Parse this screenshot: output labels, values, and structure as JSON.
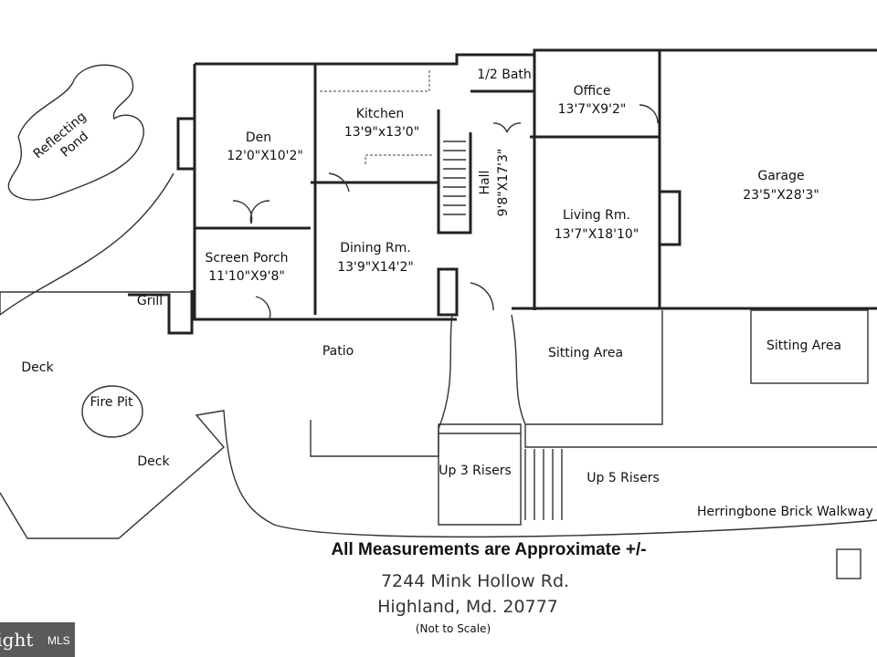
{
  "title": "Floor plan",
  "rooms": [
    {
      "name": "Den",
      "size": "12'0\"X10'2\""
    },
    {
      "name": "Kitchen",
      "size": "13'9\"x13'0\""
    },
    {
      "name": "1/2 Bath",
      "size": ""
    },
    {
      "name": "Office",
      "size": "13'7\"X9'2\""
    },
    {
      "name": "Hall",
      "size": "9'8\"X17'3\""
    },
    {
      "name": "Living Rm.",
      "size": "13'7\"X18'10\""
    },
    {
      "name": "Garage",
      "size": "23'5\"X28'3\""
    },
    {
      "name": "Screen Porch",
      "size": "11'10\"X9'8\""
    },
    {
      "name": "Dining Rm.",
      "size": "13'9\"X14'2\""
    }
  ],
  "outdoor": {
    "pond": [
      "Reflecting",
      "Pond"
    ],
    "grill": "Grill",
    "deck1": "Deck",
    "deck2": "Deck",
    "fire_pit": "Fire Pit",
    "patio": "Patio",
    "sitting1": "Sitting Area",
    "sitting2": "Sitting Area",
    "risers3": "Up 3 Risers",
    "risers5": "Up 5 Risers",
    "walkway": "Herringbone Brick Walkway"
  },
  "footer": {
    "disclaimer": "All Measurements are Approximate +/-",
    "address1": "7244 Mink Hollow Rd.",
    "address2": "Highland, Md. 20777",
    "scale_note": "(Not to Scale)"
  },
  "logo": {
    "text": "Bright",
    "suffix": "MLS"
  }
}
